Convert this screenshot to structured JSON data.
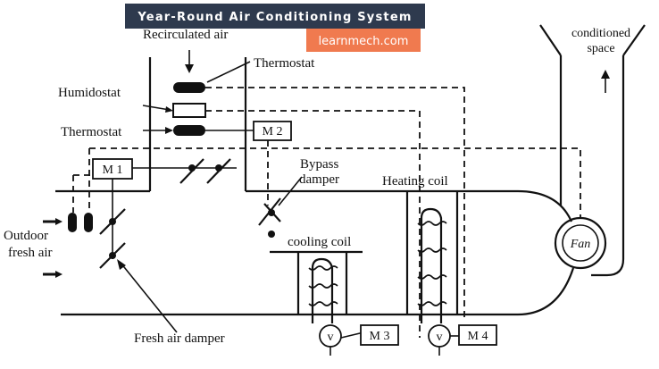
{
  "banner": {
    "title": "Year-Round Air Conditioning System",
    "bg_color": "#2e3a4e",
    "text_color": "#ffffff"
  },
  "brand": {
    "text": "learnmech.com",
    "bg_color": "#f07a4f"
  },
  "labels": {
    "recirculated_air": "Recirculated air",
    "thermostat_top": "Thermostat",
    "humidostat": "Humidostat",
    "thermostat_left": "Thermostat",
    "conditioned_space_line1": "conditioned",
    "conditioned_space_line2": "space",
    "bypass_damper_line1": "Bypass",
    "bypass_damper_line2": "damper",
    "heating_coil": "Heating coil",
    "cooling_coil": "cooling coil",
    "outdoor_line1": "Outdoor",
    "outdoor_line2": "fresh air",
    "fresh_air_damper": "Fresh air damper"
  },
  "motors": {
    "m1": "M 1",
    "m2": "M 2",
    "m3": "M 3",
    "m4": "M 4"
  },
  "valves": {
    "v1": "v",
    "v2": "v"
  },
  "fan": {
    "label": "Fan"
  }
}
